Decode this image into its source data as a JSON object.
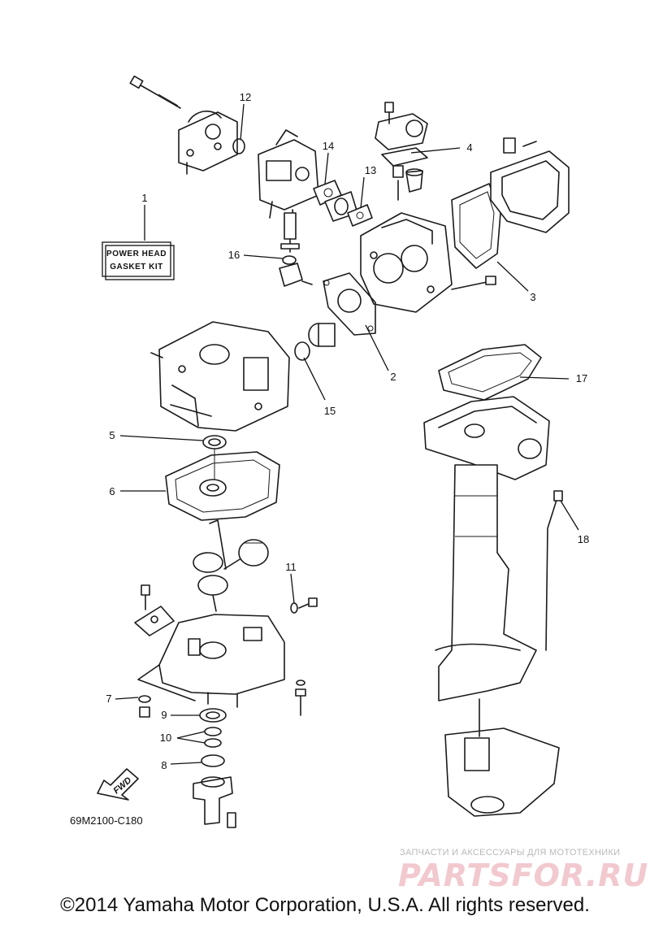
{
  "callouts": {
    "c1": "1",
    "c2": "2",
    "c3": "3",
    "c4": "4",
    "c5": "5",
    "c6": "6",
    "c7": "7",
    "c8": "8",
    "c9": "9",
    "c10": "10",
    "c11": "11",
    "c12": "12",
    "c13": "13",
    "c14": "14",
    "c15": "15",
    "c16": "16",
    "c17": "17",
    "c18": "18"
  },
  "kit_label": {
    "line1": "POWER HEAD",
    "line2": "GASKET KIT"
  },
  "fwd_label": "FWD",
  "diagram_code": "69M2100-C180",
  "watermark": {
    "tagline": "ЗАПЧАСТИ И АКСЕССУАРЫ ДЛЯ МОТОТЕХНИКИ",
    "logo": "PARTSFOR.RU"
  },
  "copyright": "©2014 Yamaha Motor Corporation, U.S.A. All rights reserved."
}
